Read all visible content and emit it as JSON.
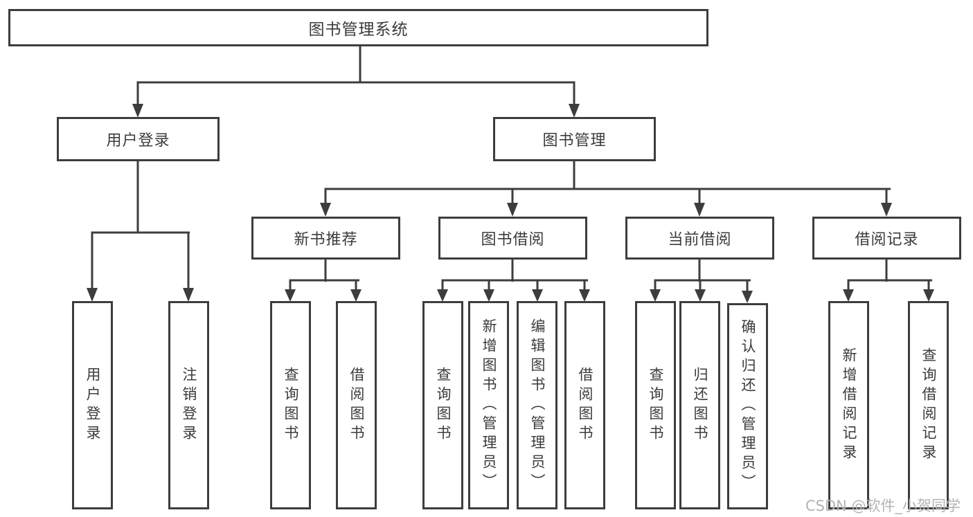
{
  "tree": {
    "root": {
      "label": "图书管理系统"
    },
    "branches": [
      {
        "label": "用户登录",
        "children": [
          {
            "label": "用户登录"
          },
          {
            "label": "注销登录"
          }
        ]
      },
      {
        "label": "图书管理",
        "sections": [
          {
            "label": "新书推荐",
            "children": [
              {
                "label": "查询图书"
              },
              {
                "label": "借阅图书"
              }
            ]
          },
          {
            "label": "图书借阅",
            "children": [
              {
                "label": "查询图书"
              },
              {
                "label": "新增图书（管理员）"
              },
              {
                "label": "编辑图书（管理员）"
              },
              {
                "label": "借阅图书"
              }
            ]
          },
          {
            "label": "当前借阅",
            "children": [
              {
                "label": "查询图书"
              },
              {
                "label": "归还图书"
              },
              {
                "label": "确认归还（管理员）"
              }
            ]
          },
          {
            "label": "借阅记录",
            "children": [
              {
                "label": "新增借阅记录"
              },
              {
                "label": "查询借阅记录"
              }
            ]
          }
        ]
      }
    ]
  },
  "watermark": {
    "text": "CSDN @软件_小贺同学"
  },
  "colors": {
    "line": "#3d3d3d",
    "text": "#3b3b3b",
    "background": "#ffffff",
    "watermark": "#b3b3b3"
  }
}
